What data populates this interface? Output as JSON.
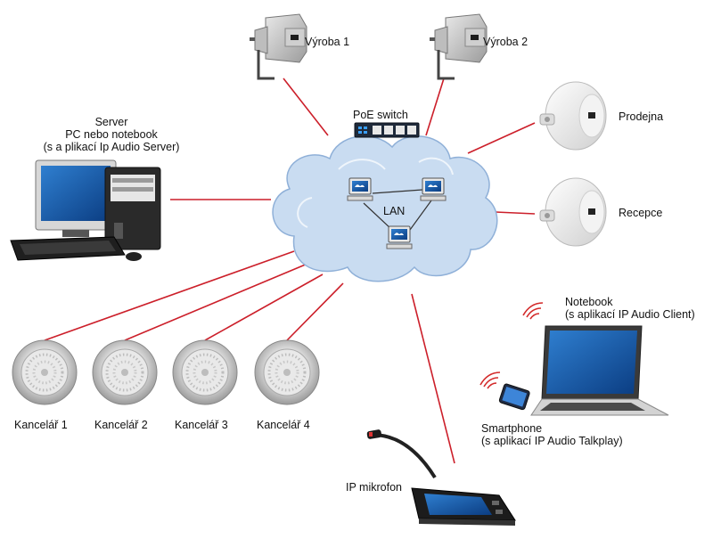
{
  "labels": {
    "vyroba1": "Výroba 1",
    "vyroba2": "Výroba 2",
    "poe_switch": "PoE switch",
    "prodejna": "Prodejna",
    "recepce": "Recepce",
    "server_lines": [
      "Server",
      "PC nebo notebook",
      "(s a plikací Ip Audio Server)"
    ],
    "lan": "LAN",
    "notebook_lines": [
      "Notebook",
      "(s aplikací IP Audio Client)"
    ],
    "smartphone_lines": [
      "Smartphone",
      "(s aplikací IP Audio Talkplay)"
    ],
    "kancelar": [
      "Kancelář 1",
      "Kancelář 2",
      "Kancelář 3",
      "Kancelář 4"
    ],
    "ip_mikrofon": "IP mikrofon"
  },
  "colors": {
    "link_line": "#cc1f2a",
    "cloud_fill": "#c9dcf1",
    "cloud_stroke": "#8fb0d8",
    "wireless_waves": "#d32a2a"
  },
  "icons": {
    "horn_speaker": "horn-speaker-icon",
    "wall_speaker": "wall-speaker-icon",
    "ceiling_speaker": "ceiling-speaker-icon",
    "server_pc": "desktop-pc-icon",
    "network_switch": "network-switch-icon",
    "laptop": "laptop-icon",
    "smartphone": "smartphone-icon",
    "microphone": "desk-microphone-icon",
    "computer_node": "computer-node-icon"
  }
}
